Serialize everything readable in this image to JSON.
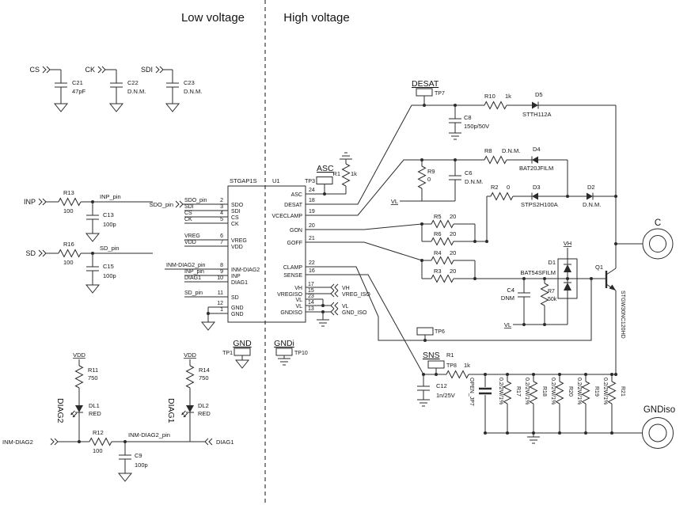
{
  "colors": {
    "line": "#2b2b2b",
    "background": "#ffffff"
  },
  "header": {
    "low_voltage": "Low voltage",
    "high_voltage": "High voltage"
  },
  "top_caps": [
    {
      "net": "CS",
      "ref": "C21",
      "value": "47pF"
    },
    {
      "net": "CK",
      "ref": "C22",
      "value": "D.N.M."
    },
    {
      "net": "SDI",
      "ref": "C23",
      "value": "D.N.M."
    }
  ],
  "inputs": {
    "inp": {
      "net": "INP",
      "res_ref": "R13",
      "res_val": "100",
      "out_net": "INP_pin",
      "cap_ref": "C13",
      "cap_val": "100p"
    },
    "sd": {
      "net": "SD",
      "res_ref": "R16",
      "res_val": "100",
      "out_net": "SD_pin",
      "cap_ref": "C15",
      "cap_val": "100p"
    },
    "sdo": {
      "net": "SDO_pin"
    }
  },
  "ic": {
    "part": "STGAP1S",
    "refdes": "U1",
    "left_pins": [
      {
        "net": "SDO_pin",
        "num": "2",
        "name": "SDO"
      },
      {
        "net": "SDI",
        "num": "3",
        "name": "SDI"
      },
      {
        "net": "CS",
        "num": "4",
        "name": "CS"
      },
      {
        "net": "CK",
        "num": "5",
        "name": "CK"
      },
      {
        "net": "VREG",
        "num": "6",
        "name": "VREG"
      },
      {
        "net": "VDD",
        "num": "7",
        "name": "VDD"
      },
      {
        "net": "INM-DIAG2_pin",
        "num": "8",
        "name": "INM-DIAG2"
      },
      {
        "net": "INP_pin",
        "num": "9",
        "name": "INP"
      },
      {
        "net": "DIAG1",
        "num": "10",
        "name": "DIAG1"
      },
      {
        "net": "SD_pin",
        "num": "11",
        "name": "SD"
      },
      {
        "net": "",
        "num": "12",
        "name": "GND"
      },
      {
        "net": "",
        "num": "1",
        "name": "GND"
      }
    ],
    "right_pins": [
      {
        "name": "ASC",
        "num": "24"
      },
      {
        "name": "DESAT",
        "num": "18"
      },
      {
        "name": "VCECLAMP",
        "num": "19"
      },
      {
        "name": "GON",
        "num": "20"
      },
      {
        "name": "GOFF",
        "num": "21"
      },
      {
        "name": "CLAMP",
        "num": "22"
      },
      {
        "name": "SENSE",
        "num": "16"
      },
      {
        "name": "VH",
        "num": "17"
      },
      {
        "name": "VREGISO",
        "num": "15"
      },
      {
        "name": "VL",
        "num": "23"
      },
      {
        "name": "VL",
        "num": "14"
      },
      {
        "name": "GNDISO",
        "num": "13"
      }
    ],
    "iso_outputs": [
      {
        "label": "VH"
      },
      {
        "label": "VREG_ISO"
      },
      {
        "label": "VL"
      },
      {
        "label": "GND_ISO"
      }
    ]
  },
  "test_points": {
    "tp1": {
      "net": "GND",
      "ref": "TP1"
    },
    "tp3": {
      "net": "ASC",
      "ref": "TP3"
    },
    "tp6": {
      "ref": "TP6"
    },
    "tp7": {
      "net": "DESAT",
      "ref": "TP7"
    },
    "tp8": {
      "net": "SNS",
      "ref": "TP8"
    },
    "tp10": {
      "net": "GNDi",
      "ref": "TP10"
    }
  },
  "asc": {
    "res_ref": "R1",
    "res_val": "1k"
  },
  "desat": {
    "cap_ref": "C8",
    "cap_val": "150p/50V",
    "res_ref": "R10",
    "res_val": "1k",
    "diode_ref": "D5",
    "diode_part": "STTH112A"
  },
  "vceclamp": {
    "r9": {
      "ref": "R9",
      "value": "0"
    },
    "c6": {
      "ref": "C6",
      "value": "D.N.M."
    },
    "r8": {
      "ref": "R8",
      "value": "D.N.M."
    },
    "d4": {
      "ref": "D4",
      "part": "BAT20JFILM"
    },
    "r2": {
      "ref": "R2",
      "value": "0"
    },
    "d3": {
      "ref": "D3",
      "part": "STPS2H100A"
    },
    "d2": {
      "ref": "D2",
      "part": "D.N.M."
    },
    "vl_label": "VL"
  },
  "gate": {
    "r5": {
      "ref": "R5",
      "value": "20"
    },
    "r6": {
      "ref": "R6",
      "value": "20"
    },
    "r4": {
      "ref": "R4",
      "value": "20"
    },
    "r3": {
      "ref": "R3",
      "value": "20"
    },
    "d1": {
      "ref": "D1",
      "part": "BAT54SFILM"
    },
    "c4": {
      "ref": "C4",
      "value": "DNM"
    },
    "r7": {
      "ref": "R7",
      "value": "50k"
    },
    "vh_label": "VH",
    "vl_label": "VL",
    "q1": {
      "ref": "Q1",
      "part": "STGW30NC120HD"
    }
  },
  "sense": {
    "r1": {
      "ref": "R1",
      "value": "1k"
    },
    "c12": {
      "ref": "C12",
      "value": "1n/25V"
    },
    "jp7": "OPEN_JP7",
    "shunts": [
      {
        "ref": "R17",
        "value": "0.2/2W/1%"
      },
      {
        "ref": "R18",
        "value": "0.2/2W/1%"
      },
      {
        "ref": "R20",
        "value": "0.2/2W/1%"
      },
      {
        "ref": "R19",
        "value": "0.2/2W/1%"
      },
      {
        "ref": "R21",
        "value": "0.2/2W/1%"
      }
    ]
  },
  "connectors": {
    "collector": "C",
    "gnd_iso": "GNDiso"
  },
  "diag": {
    "vdd1": "VDD",
    "vdd2": "VDD",
    "r11": {
      "ref": "R11",
      "value": "750"
    },
    "r14": {
      "ref": "R14",
      "value": "750"
    },
    "dl1": {
      "ref": "DL1",
      "value": "RED",
      "net": "DIAG2"
    },
    "dl2": {
      "ref": "DL2",
      "value": "RED",
      "net": "DIAG1"
    },
    "r12": {
      "ref": "R12",
      "value": "100"
    },
    "c9": {
      "ref": "C9",
      "value": "100p"
    },
    "inm_diag2": "INM-DIAG2",
    "inm_diag2_pin": "INM-DIAG2_pin",
    "diag1_out": "DIAG1"
  }
}
